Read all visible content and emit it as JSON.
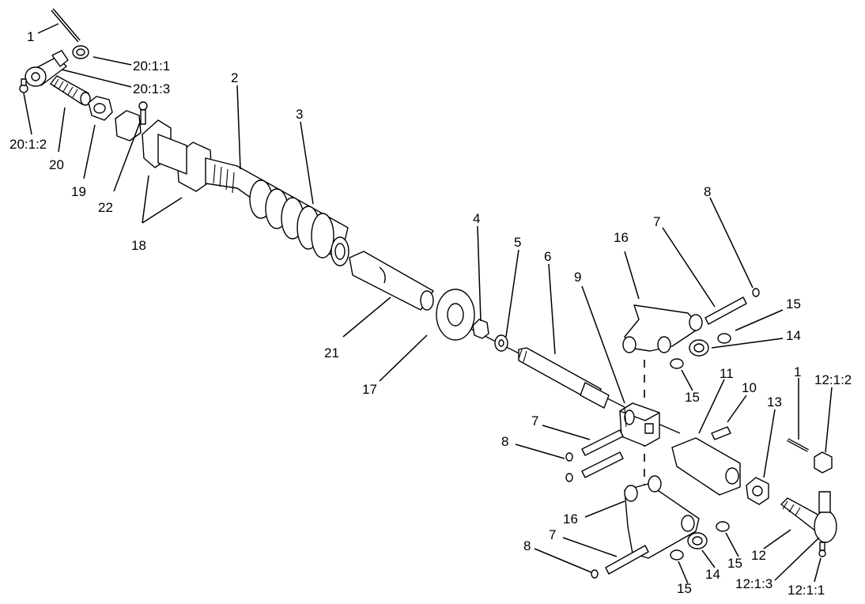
{
  "diagram": {
    "type": "exploded parts diagram",
    "callouts": {
      "c1_top": "1",
      "c20_1_1": "20:1:1",
      "c20_1_3": "20:1:3",
      "c20_1_2": "20:1:2",
      "c20": "20",
      "c19": "19",
      "c22": "22",
      "c18": "18",
      "c2": "2",
      "c3": "3",
      "c21": "21",
      "c17": "17",
      "c4": "4",
      "c5": "5",
      "c6": "6",
      "c9": "9",
      "c16_top": "16",
      "c7_top": "7",
      "c8_top": "8",
      "c15_top": "15",
      "c14_top": "14",
      "c15_mid": "15",
      "c11": "11",
      "c10": "10",
      "c13": "13",
      "c1_right": "1",
      "c12_1_2": "12:1:2",
      "c7_mid": "7",
      "c8_mid": "8",
      "c16_bot": "16",
      "c7_bot": "7",
      "c8_bot": "8",
      "c15_bot_right": "15",
      "c14_bot": "14",
      "c15_bot": "15",
      "c12": "12",
      "c12_1_3": "12:1:3",
      "c12_1_1": "12:1:1"
    }
  }
}
